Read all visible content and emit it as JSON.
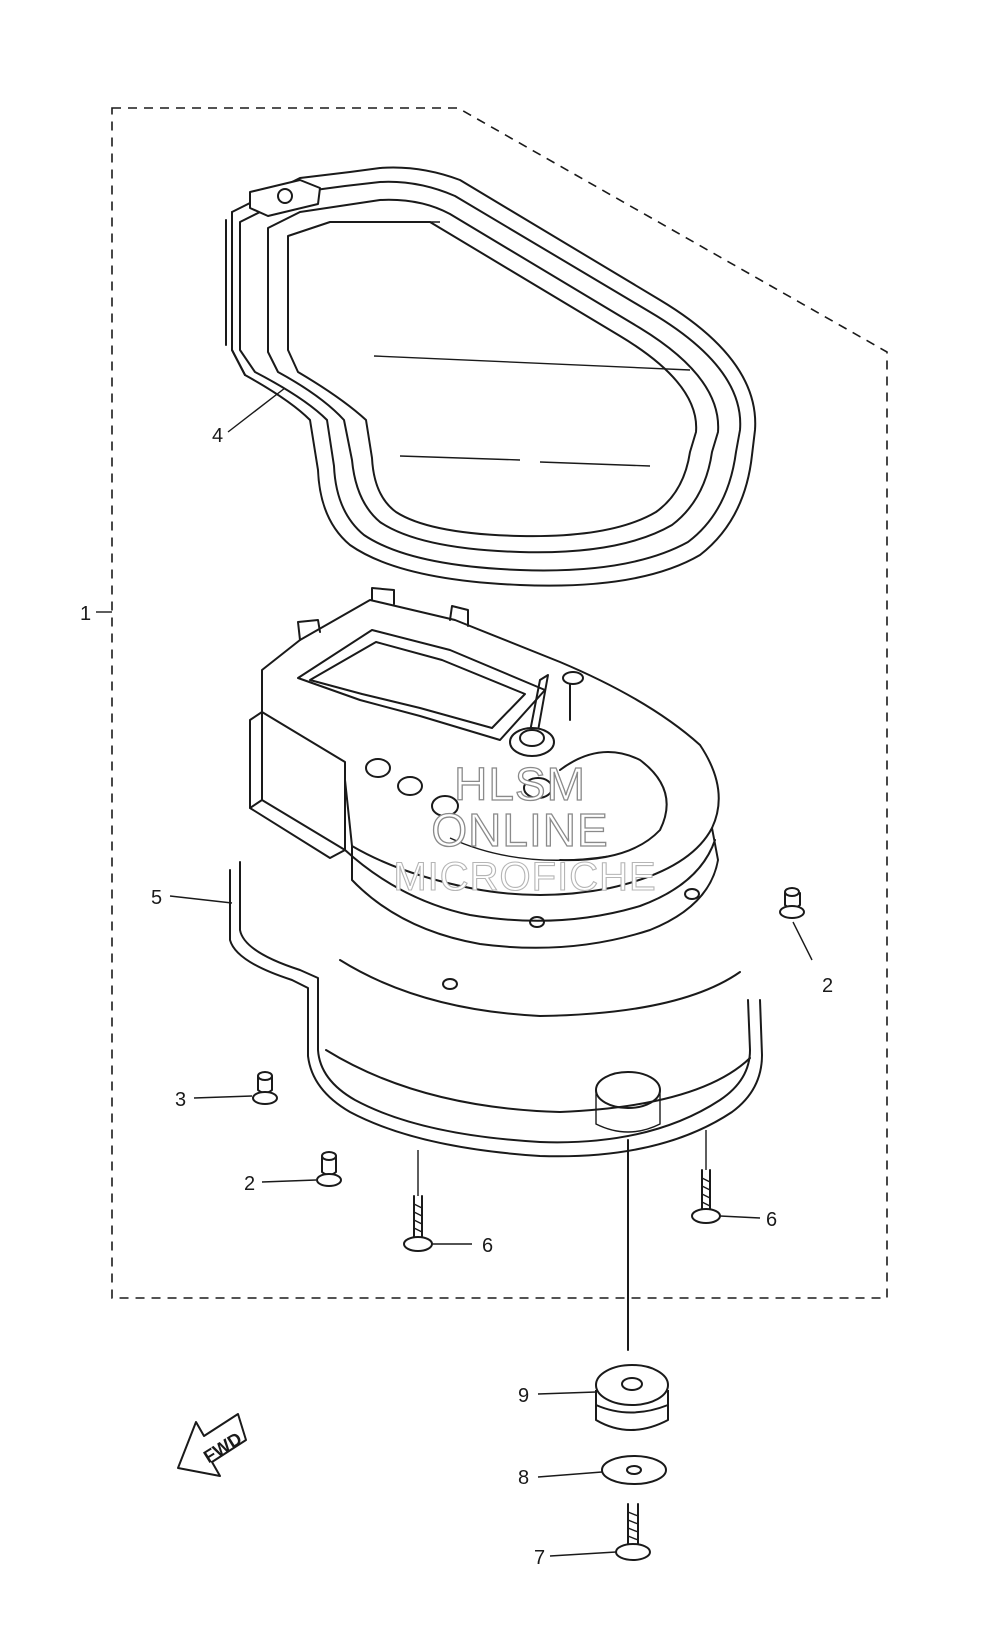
{
  "callouts": {
    "c1": "1",
    "c2a": "2",
    "c2b": "2",
    "c3": "3",
    "c4": "4",
    "c5": "5",
    "c6a": "6",
    "c6b": "6",
    "c7": "7",
    "c8": "8",
    "c9": "9"
  },
  "direction_badge": "FWD",
  "watermark": {
    "line1": "HLSM",
    "line2": "ONLINE",
    "line3": "MICROFICHE"
  }
}
